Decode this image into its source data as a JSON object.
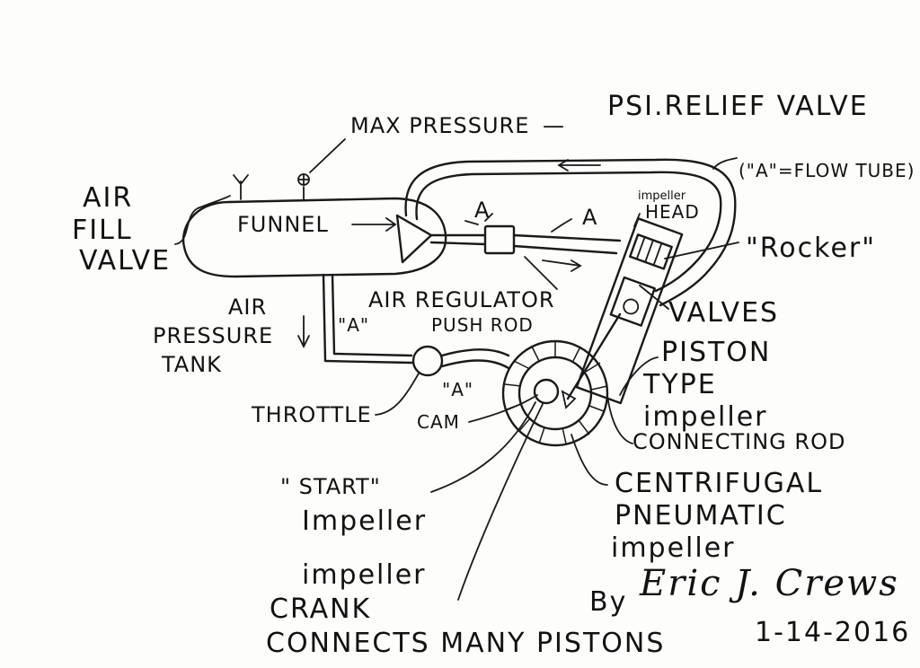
{
  "labels": {
    "max_pressure": "MAX PRESSURE",
    "dash": "—",
    "psi_relief_valve": "PSI.RELIEF VALVE",
    "a_flow_tube": "(\"A\"=FLOW TUBE)",
    "air_fill_valve": [
      "AIR",
      "FILL",
      "VALVE"
    ],
    "funnel": "FUNNEL",
    "a_upper_1": "A",
    "a_upper_2": "A",
    "impeller_head": [
      "impeller",
      "HEAD"
    ],
    "rocker": "\"Rocker\"",
    "air_pressure_tank": [
      "AIR",
      "PRESSURE",
      "TANK"
    ],
    "a_left": "\"A\"",
    "air_regulator": "AIR REGULATOR",
    "push_rod": "PUSH ROD",
    "valves": "VALVES",
    "piston_type_impeller": [
      "PISTON",
      "TYPE",
      "impeller"
    ],
    "throttle": "THROTTLE",
    "a_lower": "\"A\"",
    "cam": "CAM",
    "connecting_rod": "CONNECTING ROD",
    "start_impeller": [
      "\" START\"",
      "Impeller"
    ],
    "centrifugal_pneumatic_impeller": [
      "CENTRIFUGAL",
      "PNEUMATIC",
      "impeller"
    ],
    "impeller_crank": [
      "impeller",
      "CRANK",
      "CONNECTS MANY PISTONS"
    ],
    "by": "By",
    "signature": "Eric J. Crews",
    "date": "1-14-2016"
  }
}
